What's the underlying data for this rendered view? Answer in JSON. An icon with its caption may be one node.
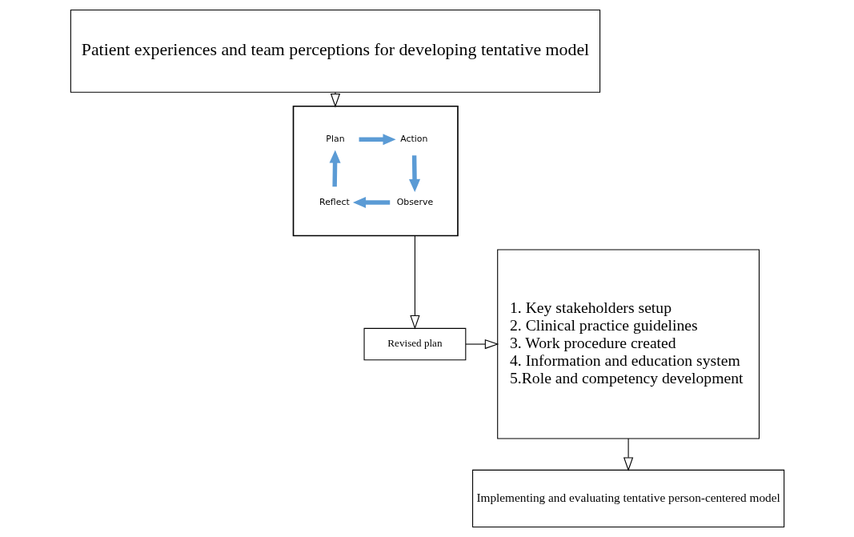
{
  "diagram": {
    "nodes": [
      {
        "text": [
          "Patient experiences and team perceptions for developing tentative model"
        ]
      },
      {
        "text": [],
        "shape": "box"
      },
      {
        "text": [
          "Plan"
        ],
        "in": 1
      },
      {
        "text": [
          "Action"
        ],
        "in": 1
      },
      {
        "text": [
          "Reflect"
        ],
        "in": 1
      },
      {
        "text": [
          "Observe"
        ],
        "in": 1
      },
      {
        "text": [
          "Revised plan"
        ]
      },
      {
        "text": [
          "1. Key stakeholders setup",
          "2. Clinical practice guidelines",
          "3. Work procedure created",
          "4. Information and education system",
          "5.Role and competency development"
        ]
      },
      {
        "text": [
          "Implementing and evaluating tentative person-centered model"
        ]
      }
    ],
    "edges": [
      {
        "from": 0,
        "to": 1,
        "arrow": "to"
      },
      {
        "from": 2,
        "to": 3,
        "arrow": "to",
        "style": "thick",
        "color": "#5b9bd5"
      },
      {
        "from": 3,
        "to": 5,
        "arrow": "to",
        "style": "thick",
        "color": "#5b9bd5"
      },
      {
        "from": 5,
        "to": 4,
        "arrow": "to",
        "style": "thick",
        "color": "#5b9bd5"
      },
      {
        "from": 4,
        "to": 2,
        "arrow": "to",
        "style": "thick",
        "color": "#5b9bd5"
      },
      {
        "from": 1,
        "to": 6,
        "arrow": "to"
      },
      {
        "from": 6,
        "to": 7,
        "arrow": "to"
      },
      {
        "from": 7,
        "to": 8,
        "arrow": "to"
      }
    ]
  }
}
